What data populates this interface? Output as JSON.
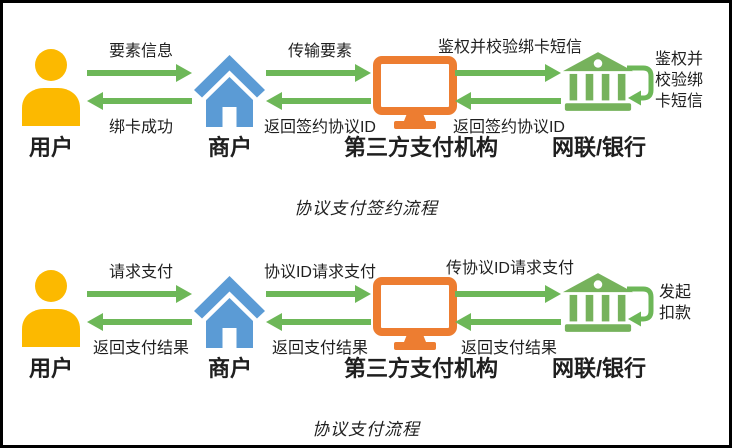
{
  "colors": {
    "arrow": "#6DB758",
    "person": "#FCB900",
    "house": "#5B9BD5",
    "monitor": "#ED7D31",
    "bank": "#76B25C",
    "text": "#1F1F1F",
    "border": "#000000"
  },
  "flows": [
    {
      "caption": "协议支付签约流程",
      "entities": [
        {
          "name": "用户"
        },
        {
          "name": "商户"
        },
        {
          "name": "第三方支付机构"
        },
        {
          "name": "网联/银行"
        }
      ],
      "links": [
        {
          "forward": "要素信息",
          "back": "绑卡成功"
        },
        {
          "forward": "传输要素",
          "back": "返回签约协议ID"
        },
        {
          "forward": "鉴权并校验绑卡短信",
          "back": "返回签约协议ID"
        }
      ],
      "side_note_lines": [
        "鉴权并",
        "校验绑",
        "卡短信"
      ]
    },
    {
      "caption": "协议支付流程",
      "entities": [
        {
          "name": "用户"
        },
        {
          "name": "商户"
        },
        {
          "name": "第三方支付机构"
        },
        {
          "name": "网联/银行"
        }
      ],
      "links": [
        {
          "forward": "请求支付",
          "back": "返回支付结果"
        },
        {
          "forward": "协议ID请求支付",
          "back": "返回支付结果"
        },
        {
          "forward": "传协议ID请求支付",
          "back": "返回支付结果"
        }
      ],
      "side_note_lines": [
        "发起",
        "扣款"
      ]
    }
  ]
}
